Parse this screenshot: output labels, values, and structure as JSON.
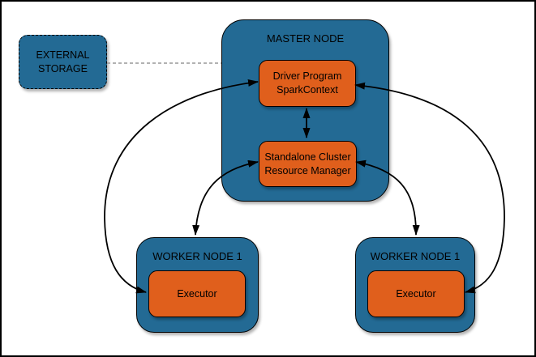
{
  "colors": {
    "node_fill": "#236a94",
    "box_fill": "#e05f1c",
    "border": "#000000",
    "arrow": "#000000",
    "dashed_link": "#999999",
    "canvas_bg": "#ffffff",
    "text": "#000000"
  },
  "nodes": {
    "external_storage": {
      "label": "EXTERNAL\nSTORAGE"
    },
    "master": {
      "title": "MASTER NODE",
      "driver": {
        "label": "Driver Program\nSparkContext"
      },
      "resource_manager": {
        "label": "Standalone Cluster\nResource Manager"
      }
    },
    "workers": [
      {
        "title": "WORKER NODE 1",
        "executor": {
          "label": "Executor"
        }
      },
      {
        "title": "WORKER NODE 1",
        "executor": {
          "label": "Executor"
        }
      }
    ]
  },
  "connections": [
    {
      "from": "External Storage",
      "to": "Master Node",
      "style": "dashed",
      "arrows": "none"
    },
    {
      "from": "Driver Program SparkContext",
      "to": "Standalone Cluster Resource Manager",
      "style": "solid",
      "arrows": "both"
    },
    {
      "from": "Driver Program SparkContext",
      "to": "Executor (left worker)",
      "style": "solid",
      "arrows": "both"
    },
    {
      "from": "Driver Program SparkContext",
      "to": "Executor (right worker)",
      "style": "solid",
      "arrows": "both"
    },
    {
      "from": "Standalone Cluster Resource Manager",
      "to": "Worker Node (left)",
      "style": "solid",
      "arrows": "both"
    },
    {
      "from": "Standalone Cluster Resource Manager",
      "to": "Worker Node (right)",
      "style": "solid",
      "arrows": "both"
    }
  ]
}
